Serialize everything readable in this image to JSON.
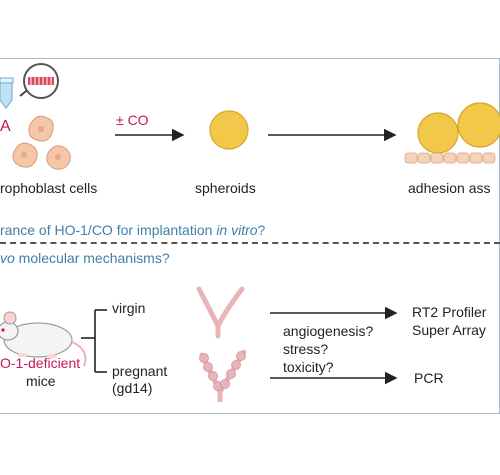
{
  "in_vitro": {
    "label_a": "A",
    "cells_label": "rophoblast cells",
    "co_label": "± CO",
    "spheroids_label": "spheroids",
    "adhesion_label": "adhesion ass",
    "question_1_prefix": "rance of HO-1/CO for implantation ",
    "question_1_italic": "in vitro",
    "question_1_suffix": "?"
  },
  "in_vivo": {
    "question_2_italic": "vo",
    "question_2_rest": " molecular mechanisms?",
    "mouse_label_line1": "O-1-deficient",
    "mouse_label_line2": "mice",
    "virgin_label": "virgin",
    "pregnant_label": "pregnant",
    "gd_label": "(gd14)",
    "hypotheses": [
      "angiogenesis?",
      "stress?",
      "toxicity?"
    ],
    "rt2_line1": "RT2 Profiler",
    "rt2_line2": "Super Array",
    "pcr_label": "PCR"
  },
  "colors": {
    "accent_blue": "#3f7fa8",
    "crimson": "#c2185b",
    "spheroid": "#f2c84a",
    "cell": "#f5c6a8",
    "uterus": "#e8b4b8"
  }
}
